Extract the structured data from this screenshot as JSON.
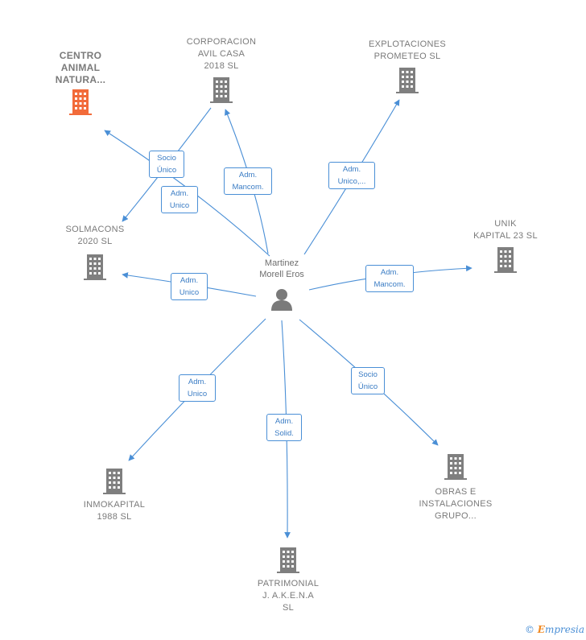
{
  "center": {
    "name": "Martinez\nMorell Eros",
    "icon": "person-icon"
  },
  "companies": [
    {
      "id": "centro",
      "label": "CENTRO\nANIMAL\nNATURA...",
      "color": "#f26b3a",
      "highlight": true
    },
    {
      "id": "corporacion",
      "label": "CORPORACION\nAVIL CASA\n2018  SL",
      "color": "#7f7f7f"
    },
    {
      "id": "explotaciones",
      "label": "EXPLOTACIONES\nPROMETEO  SL",
      "color": "#7f7f7f"
    },
    {
      "id": "solmacons",
      "label": "SOLMACONS\n2020  SL",
      "color": "#7f7f7f"
    },
    {
      "id": "unik",
      "label": "UNIK\nKAPITAL 23  SL",
      "color": "#7f7f7f"
    },
    {
      "id": "inmokapital",
      "label": "INMOKAPITAL\n1988  SL",
      "color": "#7f7f7f"
    },
    {
      "id": "patrimonial",
      "label": "PATRIMONIAL\nJ. A.K.E.N.A\nSL",
      "color": "#7f7f7f"
    },
    {
      "id": "obras",
      "label": "OBRAS E\nINSTALACIONES\nGRUPO...",
      "color": "#7f7f7f"
    }
  ],
  "edges": [
    {
      "to": "centro",
      "label": "Adm.\nUnico"
    },
    {
      "to": "corporacion",
      "label": "Adm.\nMancom."
    },
    {
      "to": "solmacons",
      "label": "Socio\nÚnico"
    },
    {
      "to": "explotaciones",
      "label": "Adm.\nUnico,..."
    },
    {
      "to": "solmacons",
      "label": "Adm.\nUnico"
    },
    {
      "to": "unik",
      "label": "Adm.\nMancom."
    },
    {
      "to": "inmokapital",
      "label": "Adm.\nUnico"
    },
    {
      "to": "patrimonial",
      "label": "Adm.\nSolid."
    },
    {
      "to": "obras",
      "label": "Socio\nÚnico"
    }
  ],
  "colors": {
    "edge": "#4a8fd6",
    "building": "#7f7f7f",
    "building_highlight": "#f26b3a"
  },
  "brand": {
    "symbol": "©",
    "text": "mpresia",
    "initial": "E"
  }
}
